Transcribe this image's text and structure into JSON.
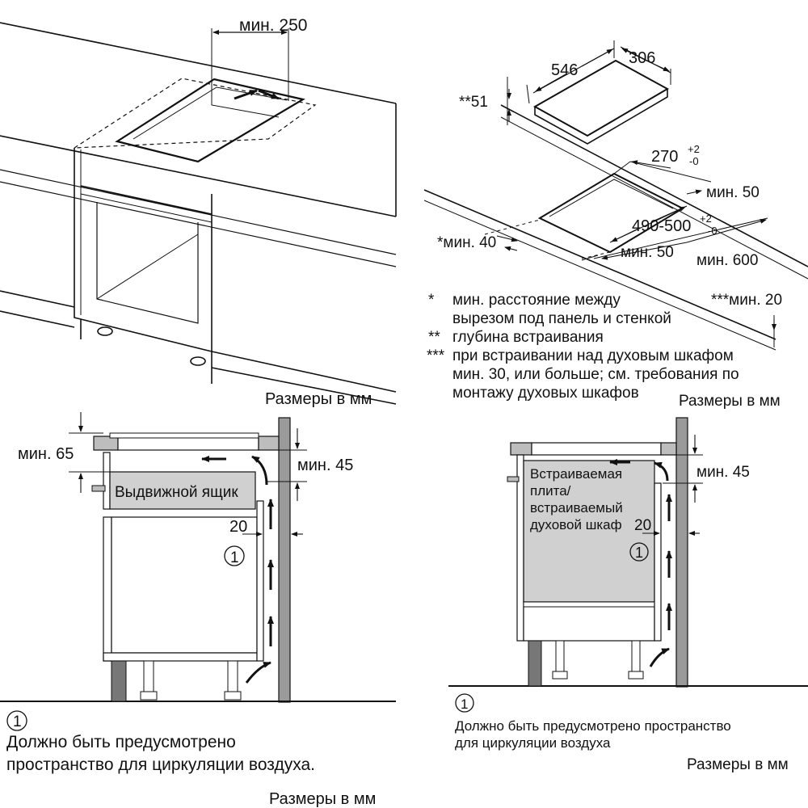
{
  "top_left": {
    "dim_min250": "мин. 250",
    "units": "Размеры в мм"
  },
  "top_right": {
    "dim_546": "546",
    "dim_306": "306",
    "dim_51": "**51",
    "dim_270": "270",
    "dim_270_tol_plus": "+2",
    "dim_270_tol_minus": "-0",
    "dim_min50_top": "мин. 50",
    "dim_490_500": "490-500",
    "dim_490_tol_plus": "+2",
    "dim_490_tol_minus": "-0",
    "dim_min40": "*мин. 40",
    "dim_min50_bottom": "мин. 50",
    "dim_min600": "мин. 600",
    "dim_min20": "***мин. 20",
    "notes": [
      {
        "mark": "*",
        "lines": [
          "мин. расстояние между",
          "вырезом под панель и стенкой"
        ]
      },
      {
        "mark": "**",
        "lines": [
          "глубина встраивания"
        ]
      },
      {
        "mark": "***",
        "lines": [
          "при встраивании над духовым шкафом",
          "мин. 30, или больше; см. требования по",
          "монтажу духовых шкафов"
        ]
      }
    ],
    "units": "Размеры в мм"
  },
  "bottom_left": {
    "dim_min65": "мин. 65",
    "dim_min45": "мин. 45",
    "dim_20": "20",
    "drawer_label": "Выдвижной ящик",
    "callout": "1",
    "note_callout": "1",
    "note_lines": [
      "Должно быть предусмотрено",
      "пространство для циркуляции воздуха."
    ],
    "units": "Размеры в мм"
  },
  "bottom_right": {
    "dim_min45": "мин. 45",
    "dim_20": "20",
    "oven_label_lines": [
      "Встраиваемая",
      "плита/",
      "встраиваемый",
      "духовой шкаф"
    ],
    "callout": "1",
    "note_callout": "1",
    "note_lines": [
      "Должно быть предусмотрено пространство",
      "для циркуляции воздуха"
    ],
    "units": "Размеры в мм"
  }
}
